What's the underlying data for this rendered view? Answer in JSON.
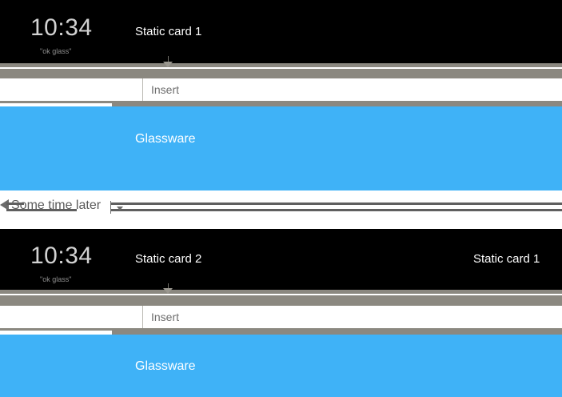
{
  "diagram": {
    "title_hidden": "",
    "colors": {
      "card_background": "#000000",
      "glassware_background": "#3fb2f7",
      "connector_gray": "#8b8880",
      "page_background": "#ffffff",
      "clock_text": "#d2d2d2",
      "hint_text": "#8e8e8e"
    },
    "rows": [
      {
        "id": "row-1-cards",
        "type": "glass-card-strip",
        "clock": "10:34",
        "voice_hint": "\"ok glass\"",
        "cards": [
          {
            "label": "Static card 1"
          }
        ]
      },
      {
        "id": "row-1-connector",
        "type": "connector",
        "label": "Insert"
      },
      {
        "id": "row-1-glassware",
        "type": "glassware-strip",
        "label": "Glassware"
      },
      {
        "id": "time-separator",
        "type": "time-separator",
        "label": "Some time later"
      },
      {
        "id": "row-2-cards",
        "type": "glass-card-strip",
        "clock": "10:34",
        "voice_hint": "\"ok glass\"",
        "cards": [
          {
            "label": "Static card 2"
          },
          {
            "label": "Static card 1"
          }
        ]
      },
      {
        "id": "row-2-connector",
        "type": "connector",
        "label": "Insert"
      },
      {
        "id": "row-2-glassware",
        "type": "glassware-strip",
        "label": "Glassware"
      }
    ]
  },
  "labels": {
    "clock_top": "10:34",
    "hint_top": "\"ok glass\"",
    "static_card_1_top": "Static card 1",
    "insert_top": "Insert",
    "glassware_top": "Glassware",
    "some_time_later": "Some time later",
    "clock_bottom": "10:34",
    "hint_bottom": "\"ok glass\"",
    "static_card_2_bottom": "Static card 2",
    "static_card_1_bottom": "Static card 1",
    "insert_bottom": "Insert",
    "glassware_bottom": "Glassware"
  }
}
